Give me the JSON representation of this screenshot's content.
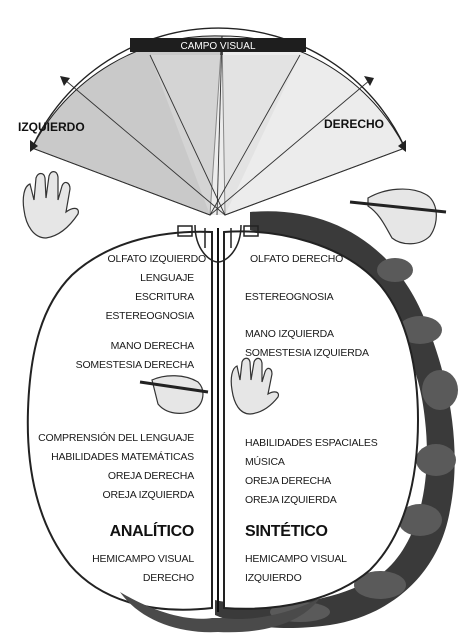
{
  "visual_field": {
    "title": "CAMPO VISUAL",
    "left_label": "IZQUIERDO",
    "right_label": "DERECHO"
  },
  "left_hemisphere": {
    "functions_top": [
      "OLFATO IZQUIERDO",
      "LENGUAJE",
      "ESCRITURA",
      "ESTEREOGNOSIA"
    ],
    "functions_motor": [
      "MANO DERECHA",
      "SOMESTESIA DERECHA"
    ],
    "functions_lower": [
      "COMPRENSIÓN DEL LENGUAJE",
      "HABILIDADES MATEMÁTICAS",
      "OREJA DERECHA",
      "OREJA IZQUIERDA"
    ],
    "style": "ANALÍTICO",
    "hemifield": [
      "HEMICAMPO VISUAL",
      "DERECHO"
    ]
  },
  "right_hemisphere": {
    "functions_top": [
      "OLFATO DERECHO",
      "ESTEREOGNOSIA"
    ],
    "functions_motor": [
      "MANO IZQUIERDA",
      "SOMESTESIA IZQUIERDA"
    ],
    "functions_lower": [
      "HABILIDADES ESPACIALES",
      "MÚSICA",
      "OREJA DERECHA",
      "OREJA IZQUIERDA"
    ],
    "style": "SINTÉTICO",
    "hemifield": [
      "HEMICAMPO VISUAL",
      "IZQUIERDO"
    ]
  },
  "colors": {
    "left_field": "#c9c9c9",
    "right_field": "#ececec",
    "cortex_shadow": "#3a3a3a",
    "label_bar": "#1e1e1e"
  }
}
